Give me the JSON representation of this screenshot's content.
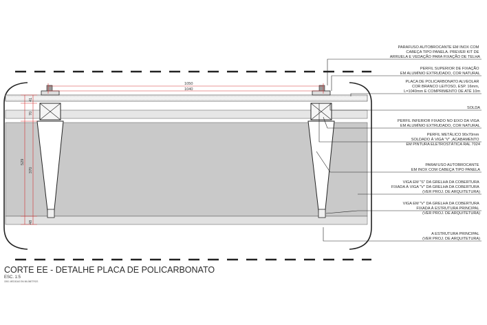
{
  "title": "CORTE EE - DETALHE PLACA DE POLICARBONATO",
  "scale": "ESC. 1:5",
  "footnote": "OBS. MEDIDAS EM MILÍMETROS",
  "dimensions": {
    "top_1050": "1050",
    "top_1040": "1040",
    "left_41": "41",
    "left_70": "70",
    "left_370": "370",
    "left_529": "529",
    "left_48": "48"
  },
  "annotations": [
    {
      "lines": [
        "PARAFUSO AUTOBROCANTE  EM INOX COM",
        "CABEÇA TIPO PANELA. PREVER KIT DE",
        "ARRUELA E VEDAÇÃO PARA FIXAÇÃO DE TELHA"
      ]
    },
    {
      "lines": [
        "PERFIL SUPERIOR DE FIXAÇÃO",
        "EM ALUMÍNIO EXTRUDADO, COR NATURAL"
      ]
    },
    {
      "lines": [
        "PLACA DE POLICARBONATO ALVEOLAR",
        "COR BRANCO LEITOSO, ESP. 16mm,",
        "L=1040mm E COMPRIMENTO DE ATÉ 10m"
      ]
    },
    {
      "lines": [
        "SOLDA"
      ]
    },
    {
      "lines": [
        "PERFIL INFERIOR FIXADO NO EIXO DA VIGA",
        "EM ALUMÍNIO EXTRUDADO, COR NATURAL"
      ]
    },
    {
      "lines": [
        "PERFIL METÁLICO 90x70mm",
        "SOLDADO À VIGA \"V\" ,ACABAMENTO",
        "EM PINTURA ELETROSTÁTICA RAL 7024"
      ]
    },
    {
      "lines": [
        "PARAFUSO AUTOBROCANTE",
        "EM INOX COM CABEÇA TIPO PANELA"
      ]
    },
    {
      "lines": [
        "VIGA EM \"S\" DA GRELHA DA COBERTURA",
        "FIXADA À VIGA \"V\" DA GRELHA DA COBERTURA",
        "(VER PROJ. DE ARQUITETURA)"
      ]
    },
    {
      "lines": [
        "VIGA EM \"V\" DA GRELHA DA COBERTURA",
        "FIXADA À ESTRUTURA PRINCIPAL",
        "(VER PROJ. DE ARQUITETURA)"
      ]
    },
    {
      "lines": [
        "A ESTRUTURA PRINCIPAL",
        "(VER PROJ. DE ARQUITETURA)"
      ]
    }
  ],
  "colors": {
    "background": "#ffffff",
    "line": "#222222",
    "beam_fill": "#dcdcdc",
    "band_fill": "#c8c8c8",
    "leader_red": "#d43030"
  }
}
